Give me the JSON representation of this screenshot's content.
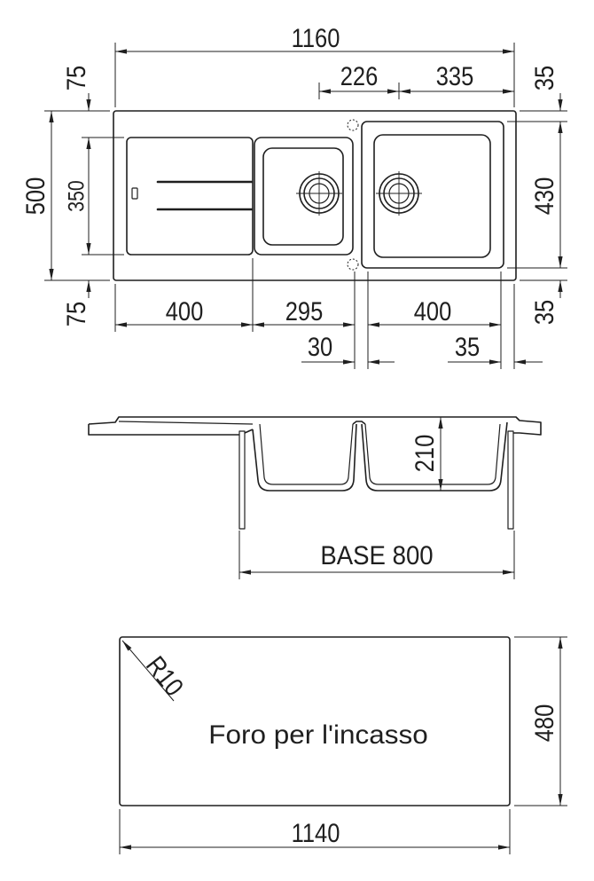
{
  "colors": {
    "line": "#1f1f1f",
    "background": "#ffffff"
  },
  "top_view": {
    "overall_width": "1160",
    "drain_spacing": "226",
    "right_drain_to_edge": "335",
    "top_margin_left": "75",
    "top_margin_right": "35",
    "overall_depth": "500",
    "drainboard_depth": "350",
    "bowl_depth": "430",
    "bottom_margin_left": "75",
    "bottom_margin_right": "35",
    "drainboard_width": "400",
    "small_bowl_width": "295",
    "large_bowl_width": "400",
    "divider_width": "30",
    "right_margin": "35"
  },
  "section_view": {
    "bowl_depth": "210",
    "base_label": "BASE 800"
  },
  "cutout_view": {
    "corner_radius": "R10",
    "label": "Foro per l'incasso",
    "height": "480",
    "width": "1140"
  }
}
